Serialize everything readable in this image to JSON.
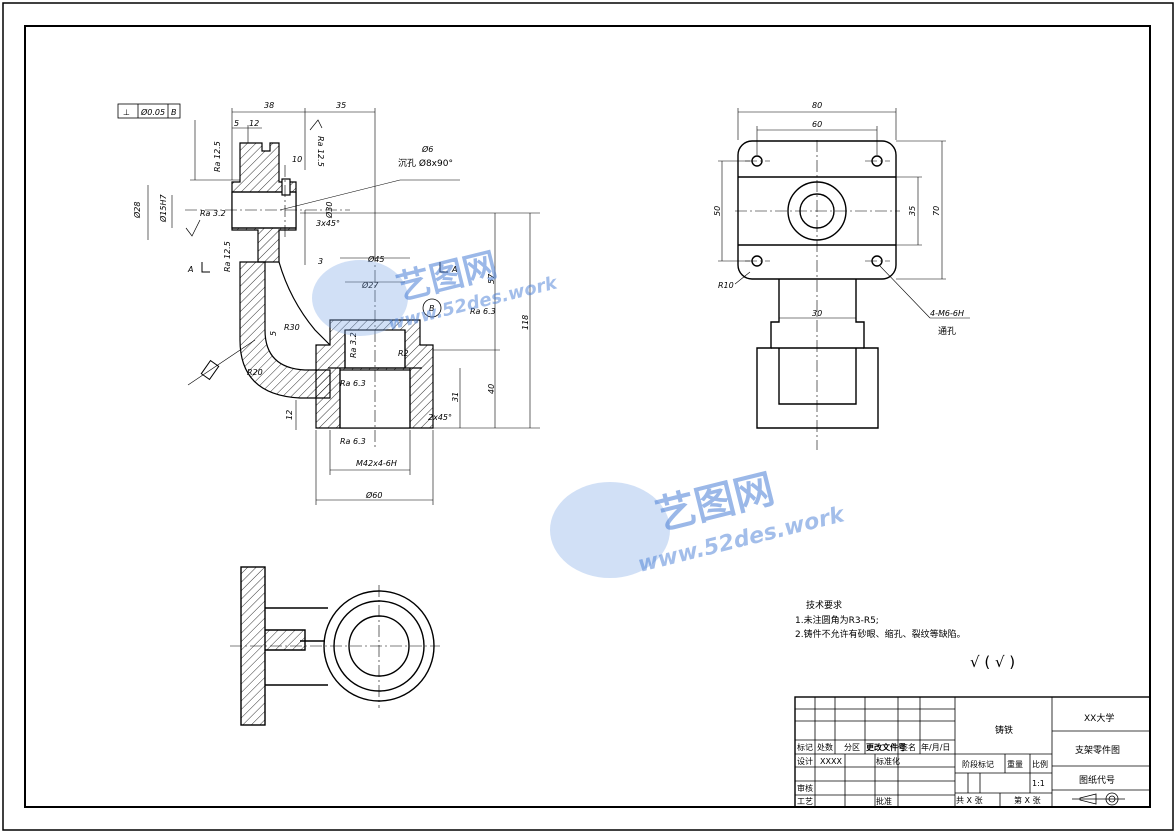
{
  "watermark": {
    "brand": "艺图网",
    "url": "www.52des.work"
  },
  "tolerance_frame": {
    "symbol": "⊥",
    "value": "Ø0.05",
    "datum": "B"
  },
  "front_view": {
    "dims": {
      "d38": "38",
      "d35": "35",
      "d5": "5",
      "d12": "12",
      "d10": "10",
      "d28": "Ø28",
      "d15H7": "Ø15H7",
      "d3x45": "3x45°",
      "d30": "Ø30",
      "d45": "Ø45",
      "d3": "3",
      "d27": "Ø27",
      "d5b": "5",
      "d12b": "12",
      "d40": "40",
      "d31": "31",
      "d57": "57",
      "d118": "118",
      "d60": "Ø60",
      "m42": "M42x4-6H",
      "d2x45": "2x45°",
      "r30": "R30",
      "r20": "R20",
      "rp": "R2"
    },
    "rough": {
      "ra125a": "Ra 12.5",
      "ra125b": "Ra 12.5",
      "ra125c": "Ra 12.5",
      "ra32": "Ra 3.2",
      "ra63": "Ra 6.3",
      "ra63b": "Ra 6.3",
      "ra63c": "Ra 6.3",
      "ra32b": "Ra 3.2"
    },
    "hole_note_dia": "Ø6",
    "hole_note": "沉孔 Ø8x90°",
    "section_a": "A",
    "section_a2": "A",
    "datum_b": "B"
  },
  "side_view": {
    "d80": "80",
    "d60": "60",
    "d50": "50",
    "d35": "35",
    "d70": "70",
    "r10": "R10",
    "thread": "4-M6-6H",
    "through": "通孔",
    "d30": "30"
  },
  "tech_req": {
    "title": "技术要求",
    "line1": "1.未注圆角为R3-R5;",
    "line2": "2.铸件不允许有砂眼、缩孔、裂纹等缺陷。"
  },
  "surface_symbol": "√ ( √ )",
  "title_block": {
    "material": "铸铁",
    "school": "XX大学",
    "drawing_name": "支架零件图",
    "drawing_code": "图纸代号",
    "r_mark": "标记",
    "r_count": "处数",
    "r_zone": "分区",
    "r_doc": "更改文件号",
    "r_sign": "签名",
    "r_date": "年/月/日",
    "design": "设计",
    "designer": "XXXX",
    "standard": "标准化",
    "stage": "阶段标记",
    "weight": "重量",
    "ratio": "比例",
    "ratio_val": "1:1",
    "review": "审核",
    "process": "工艺",
    "approve": "批准",
    "total": "共 X 张",
    "sheet": "第 X 张"
  }
}
